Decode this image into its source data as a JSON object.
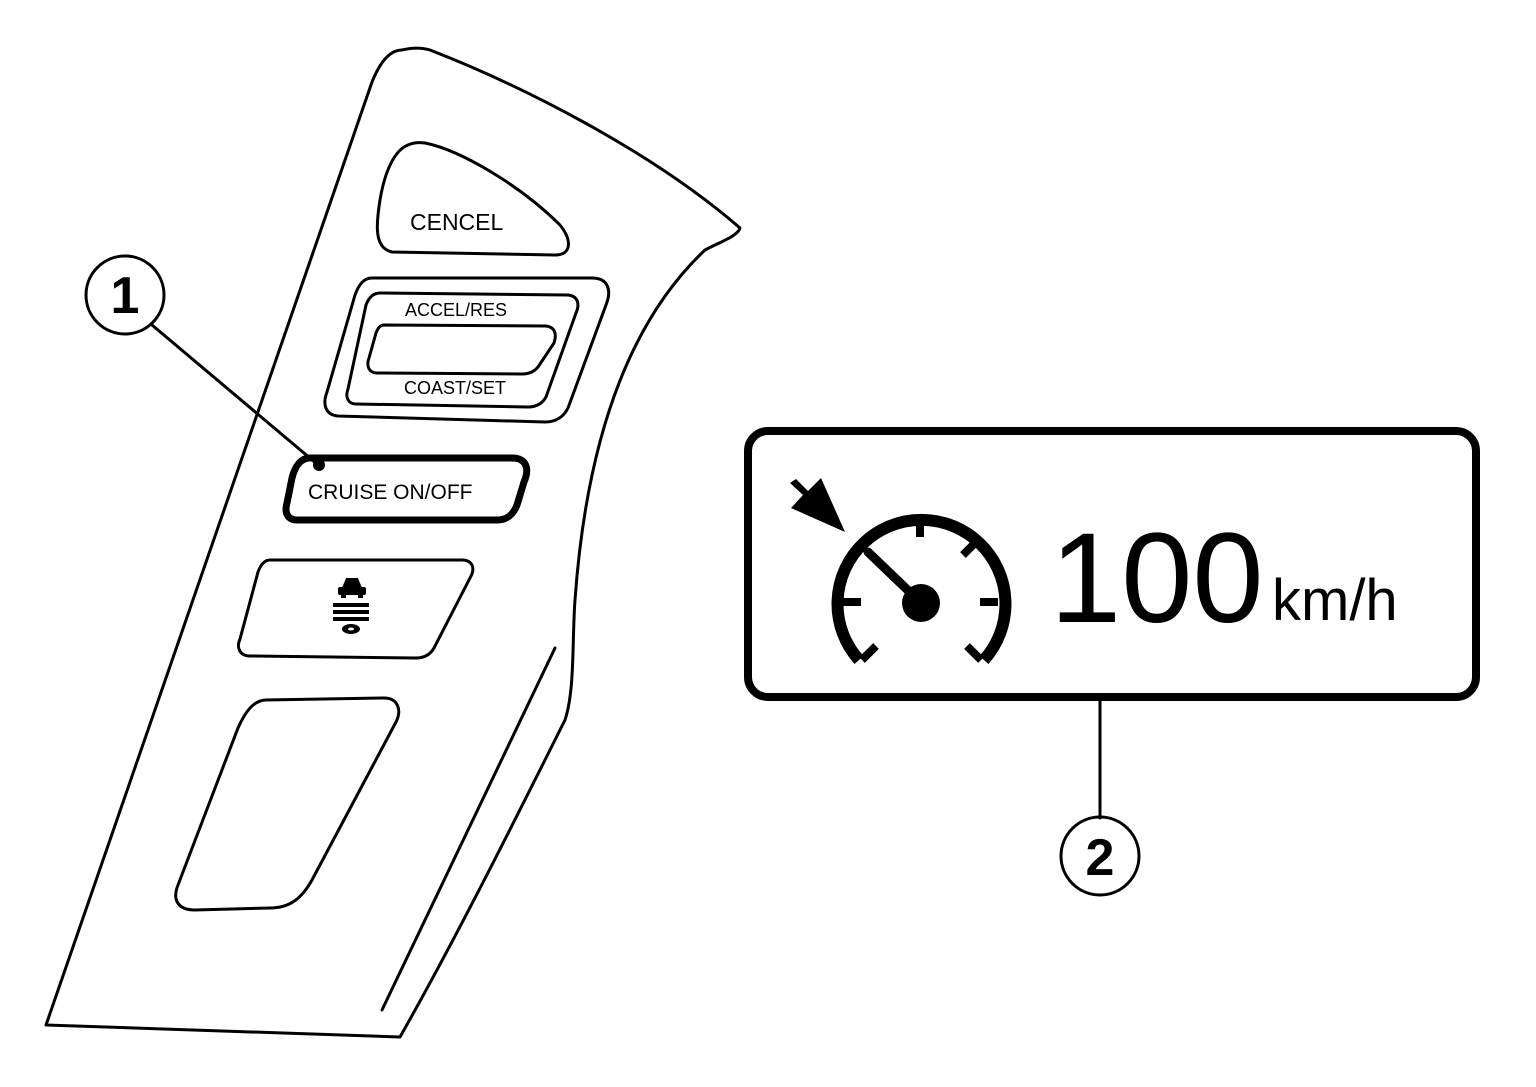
{
  "panel": {
    "cancel_label": "CENCEL",
    "accel_label": "ACCEL/RES",
    "coast_label": "COAST/SET",
    "cruise_label": "CRUISE ON/OFF"
  },
  "display": {
    "speed_value": "100",
    "speed_unit": "km/h"
  },
  "callouts": {
    "one": "1",
    "two": "2"
  },
  "icons": {
    "switch_panel": "steering-switch-panel",
    "distance_button": "distance-setting-icon",
    "indicator_arrow": "arrow-icon",
    "speedometer": "speedometer-icon"
  },
  "colors": {
    "line": "#000000",
    "background": "#ffffff"
  }
}
